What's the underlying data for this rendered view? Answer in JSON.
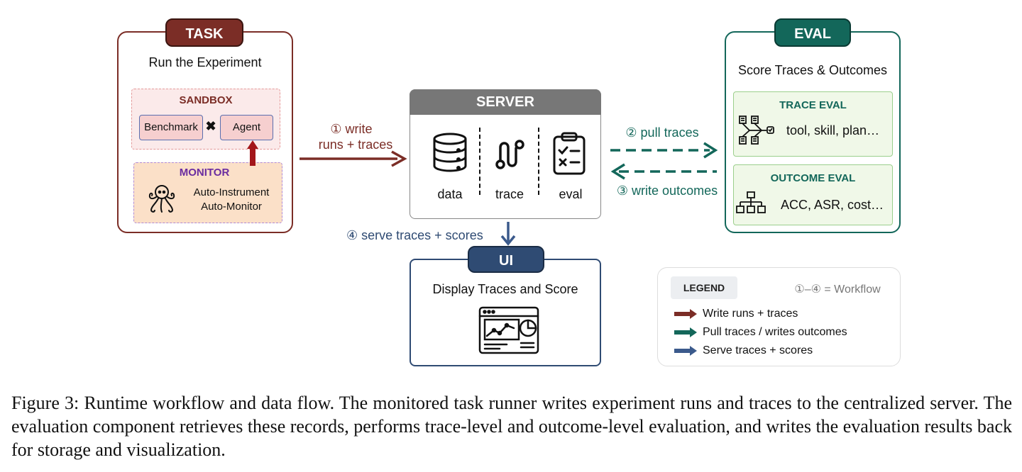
{
  "task": {
    "badge": "TASK",
    "title": "Run the Experiment",
    "sandbox": {
      "label": "SANDBOX",
      "benchmark": "Benchmark",
      "times": "✖",
      "agent": "Agent"
    },
    "monitor": {
      "label": "MONITOR",
      "line1": "Auto-Instrument",
      "line2": "Auto-Monitor"
    }
  },
  "server": {
    "header": "SERVER",
    "items": [
      {
        "label": "data",
        "icon": "database-icon"
      },
      {
        "label": "trace",
        "icon": "trace-path-icon"
      },
      {
        "label": "eval",
        "icon": "clipboard-check-icon"
      }
    ]
  },
  "eval": {
    "badge": "EVAL",
    "title": "Score Traces & Outcomes",
    "trace_eval": {
      "label": "TRACE EVAL",
      "text": "tool, skill, plan…",
      "icon": "trace-tree-icon"
    },
    "outcome_eval": {
      "label": "OUTCOME EVAL",
      "text": "ACC, ASR, cost…",
      "icon": "hierarchy-icon"
    }
  },
  "ui": {
    "badge": "UI",
    "title": "Display Traces and Score",
    "icon": "dashboard-chart-icon"
  },
  "arrows": {
    "step1_line1": "① write",
    "step1_line2": "runs + traces",
    "step2": "② pull traces",
    "step3": "③ write outcomes",
    "step4": "④ serve traces + scores"
  },
  "legend": {
    "title": "LEGEND",
    "note": "①–④ = Workflow",
    "items": [
      {
        "label": "Write runs + traces",
        "color": "#7b2d26"
      },
      {
        "label": "Pull traces / writes outcomes",
        "color": "#13675a"
      },
      {
        "label": "Serve traces + scores",
        "color": "#3b5a8c"
      }
    ]
  },
  "colors": {
    "task": "#7b2d26",
    "eval": "#13675a",
    "ui": "#2f4b73",
    "server": "#777777",
    "monitor": "#6a2ca0"
  },
  "caption": "Figure 3: Runtime workflow and data flow. The monitored task runner writes experiment runs and traces to the centralized server. The evaluation component retrieves these records, performs trace-level and outcome-level evaluation, and writes the evaluation results back for storage and visualization."
}
